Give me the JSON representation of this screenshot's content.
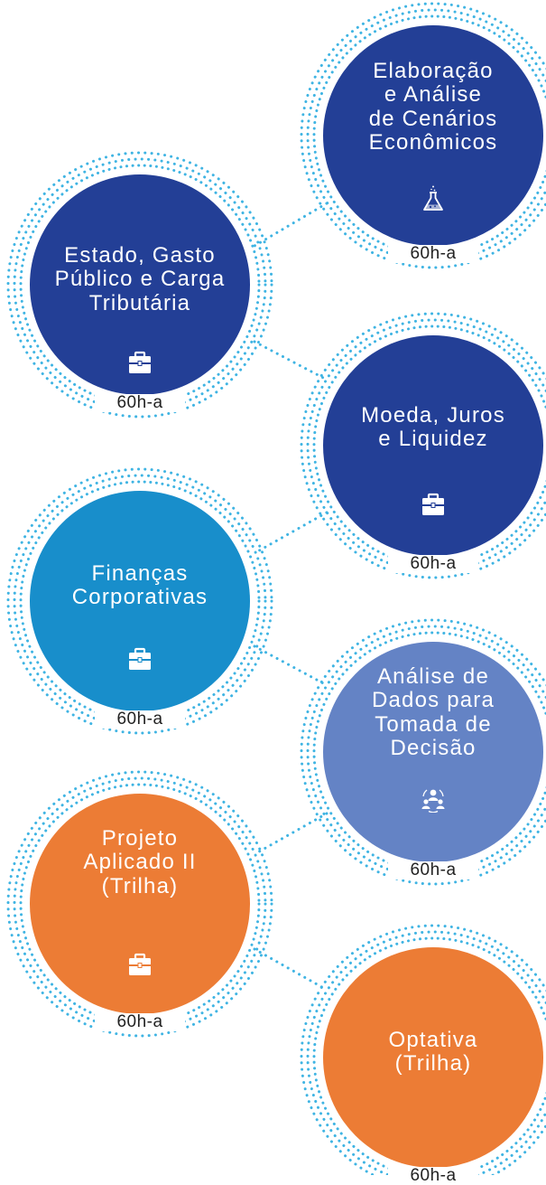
{
  "colors": {
    "dark_blue": "#233f96",
    "medium_blue": "#188ecb",
    "periwinkle": "#6483c5",
    "orange": "#ec7c35",
    "dotted_ring": "#3fb4e3",
    "label_text": "#222222"
  },
  "courses": [
    {
      "title": "Elaboração\ne Análise\nde Cenários\nEconômicos",
      "hours": "60h-a",
      "color": "#233f96",
      "icon": "flask-icon"
    },
    {
      "title": "Estado, Gasto\nPúblico e Carga\nTributária",
      "hours": "60h-a",
      "color": "#233f96",
      "icon": "briefcase-icon"
    },
    {
      "title": "Moeda, Juros\ne Liquidez",
      "hours": "60h-a",
      "color": "#233f96",
      "icon": "briefcase-icon"
    },
    {
      "title": "Finanças\nCorporativas",
      "hours": "60h-a",
      "color": "#188ecb",
      "icon": "briefcase-icon"
    },
    {
      "title": "Análise de\nDados para\nTomada de\nDecisão",
      "hours": "60h-a",
      "color": "#6483c5",
      "icon": "team-icon"
    },
    {
      "title": "Projeto\nAplicado II\n(Trilha)",
      "hours": "60h-a",
      "color": "#ec7c35",
      "icon": "briefcase-icon"
    },
    {
      "title": "Optativa\n(Trilha)",
      "hours": "60h-a",
      "color": "#ec7c35",
      "icon": ""
    }
  ]
}
